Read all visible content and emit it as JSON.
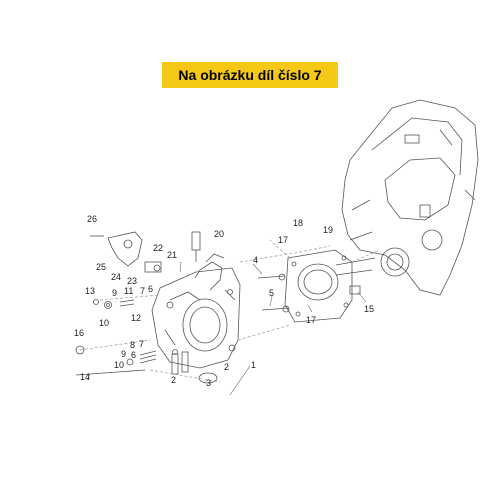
{
  "banner": {
    "text": "Na obrázku díl číslo 7",
    "color": "#f6c816"
  },
  "callouts": [
    "1",
    "2",
    "2",
    "3",
    "4",
    "5",
    "6",
    "6",
    "7",
    "7",
    "8",
    "9",
    "9",
    "10",
    "10",
    "11",
    "12",
    "13",
    "14",
    "15",
    "16",
    "17",
    "17",
    "18",
    "19",
    "20",
    "21",
    "22",
    "23",
    "24",
    "25",
    "26"
  ]
}
